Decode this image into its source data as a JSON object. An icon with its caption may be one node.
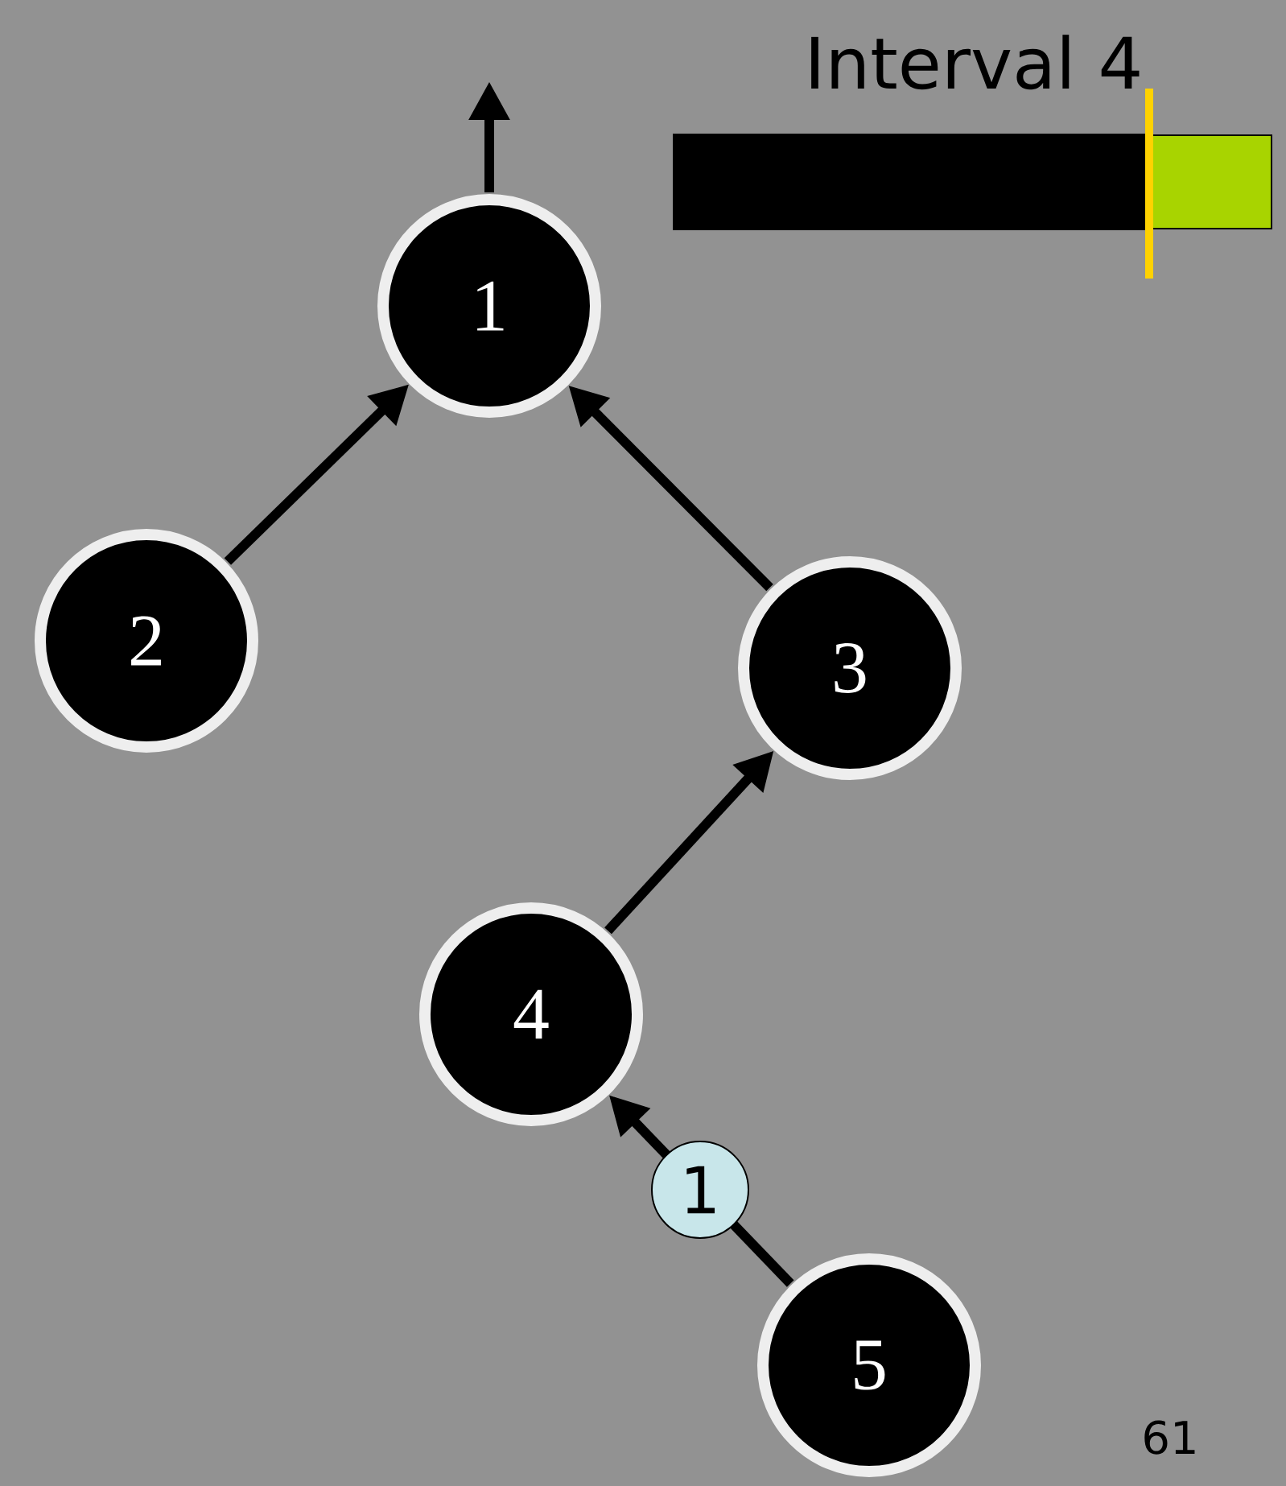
{
  "diagram": {
    "title": "Interval 4",
    "nodes": [
      {
        "text": [
          "1"
        ]
      },
      {
        "text": [
          "2"
        ]
      },
      {
        "text": [
          "3"
        ]
      },
      {
        "text": [
          "4"
        ]
      },
      {
        "text": [
          "5"
        ]
      }
    ],
    "edges": [
      {
        "from": 0,
        "to": null,
        "arrow": "to"
      },
      {
        "from": 1,
        "to": 0,
        "arrow": "to"
      },
      {
        "from": 2,
        "to": 0,
        "arrow": "to"
      },
      {
        "from": 3,
        "to": 2,
        "arrow": "to"
      },
      {
        "from": 4,
        "to": 3,
        "arrow": "to",
        "label": "1"
      }
    ],
    "labels": [
      "61"
    ]
  }
}
